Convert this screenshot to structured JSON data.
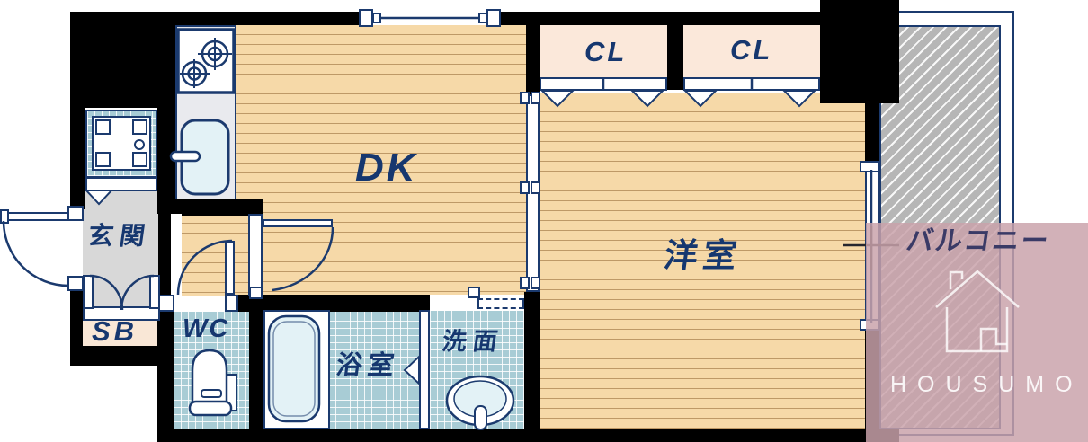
{
  "floorplan": {
    "rooms": {
      "dining_kitchen": "DK",
      "western_room": "洋室",
      "closet_left": "CL",
      "closet_right": "CL",
      "entrance": "玄関",
      "shoe_box": "SB",
      "toilet": "WC",
      "bathroom": "浴室",
      "washroom": "洗面",
      "balcony": "バルコニー"
    },
    "watermark": {
      "brand": "HOUSUMO"
    },
    "colors": {
      "wall": "#000000",
      "outline_navy": "#1b3a6e",
      "label_navy": "#16376f",
      "wood_floor": "#f6d9a8",
      "wood_stripe": "#b08a58",
      "closet_fill": "#fbe8da",
      "tile_fill": "#a8ccd5",
      "entrance_floor": "#d8d8d8",
      "shoebox_fill": "#f9e7d6",
      "counter_fill": "#e9eaee",
      "fixture_fill": "#e3f2f6",
      "balcony_hatch_fill": "#b6b6b6",
      "watermark_overlay": "#c9a2aa",
      "balcony_label_color": "#3a3a66",
      "watermark_text_color": "#ffffff"
    }
  }
}
